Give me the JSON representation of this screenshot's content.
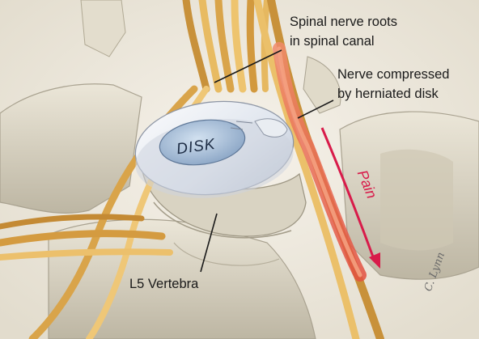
{
  "labels": {
    "nerve_roots_line1": "Spinal nerve roots",
    "nerve_roots_line2": "in spinal canal",
    "compressed_line1": "Nerve compressed",
    "compressed_line2": "by herniated disk",
    "disk": "DISK",
    "pain": "Pain",
    "vertebra": "L5 Vertebra",
    "signature": "C. Lynn"
  },
  "colors": {
    "background": "#f3efe6",
    "bone": "#ddd7c6",
    "bone_shadow": "#a9a290",
    "disk_rim": "#eef0f4",
    "disk_core": "#aec3dc",
    "nerve": "#e4b45a",
    "nerve_dark": "#b8822c",
    "inflamed": "#e86a55",
    "pain_arrow": "#d81b4a"
  }
}
